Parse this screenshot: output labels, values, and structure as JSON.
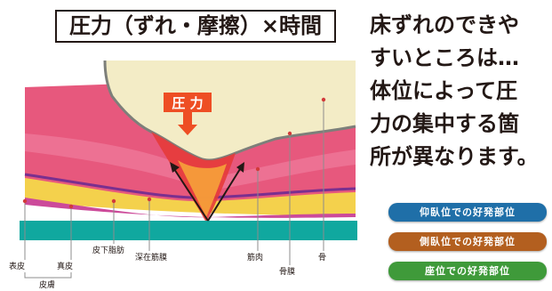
{
  "title": "圧力（ずれ・摩擦）×時間",
  "side_text": {
    "lines": [
      "床ずれのできや",
      "すいところは…",
      "体位によって圧",
      "力の集中する箇",
      "所が異なります。"
    ]
  },
  "diagram": {
    "pressure_label": "圧 力",
    "labels": {
      "epidermis": "表皮",
      "dermis": "真皮",
      "skin": "皮膚",
      "subcutaneous_fat": "皮下脂肪",
      "deep_fascia": "深在筋膜",
      "muscle": "筋肉",
      "periosteum": "骨膜",
      "bone": "骨"
    }
  },
  "legend": [
    {
      "label": "仰臥位での好発部位",
      "color": "#1f6fa8"
    },
    {
      "label": "側臥位での好発部位",
      "color": "#b35f1f"
    },
    {
      "label": "座位での好発部位",
      "color": "#3f9a3a"
    }
  ],
  "colors": {
    "muscle": "#e7587d",
    "fat": "#f4d14c",
    "bone": "#f3ecc6",
    "dermis": "#cc4a9a",
    "platform": "#10a89f",
    "pressure": "#ee4e24"
  }
}
